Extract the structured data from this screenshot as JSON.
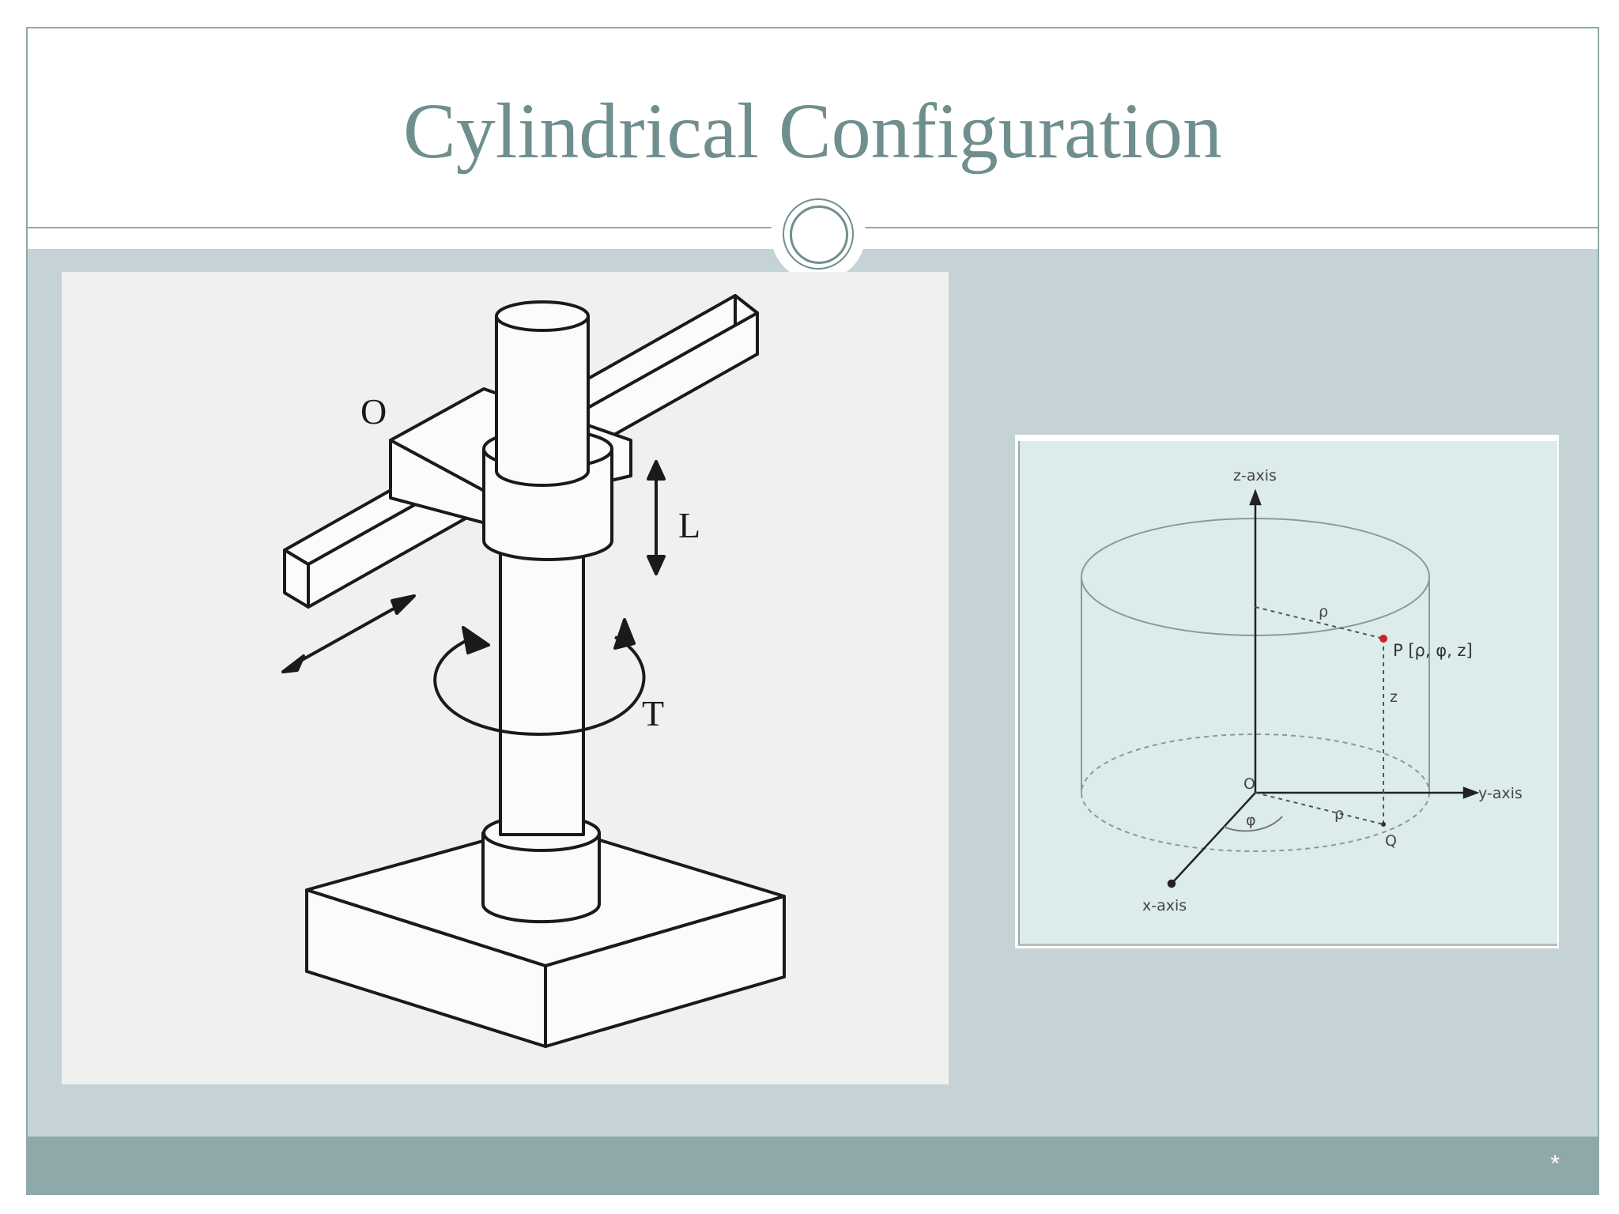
{
  "slide": {
    "title": "Cylindrical Configuration",
    "slide_number": "*"
  },
  "colors": {
    "accent": "#8fa9aa",
    "title": "#6f8f8e",
    "content_band": "#c5d2d6",
    "robot_bg": "#f0f0f0",
    "coord_bg": "#dbeceb",
    "point_marker": "#cc2222"
  },
  "robot_diagram": {
    "labels": {
      "origin": "O",
      "linear": "L",
      "twist": "T"
    }
  },
  "coordinate_diagram": {
    "labels": {
      "z_axis": "z-axis",
      "y_axis": "y-axis",
      "x_axis": "x-axis",
      "origin": "O",
      "rho_top": "ρ",
      "rho_base": "ρ",
      "phi": "φ",
      "point_p": "P [ρ, φ, z]",
      "height_z": "z",
      "point_q": "Q"
    }
  }
}
